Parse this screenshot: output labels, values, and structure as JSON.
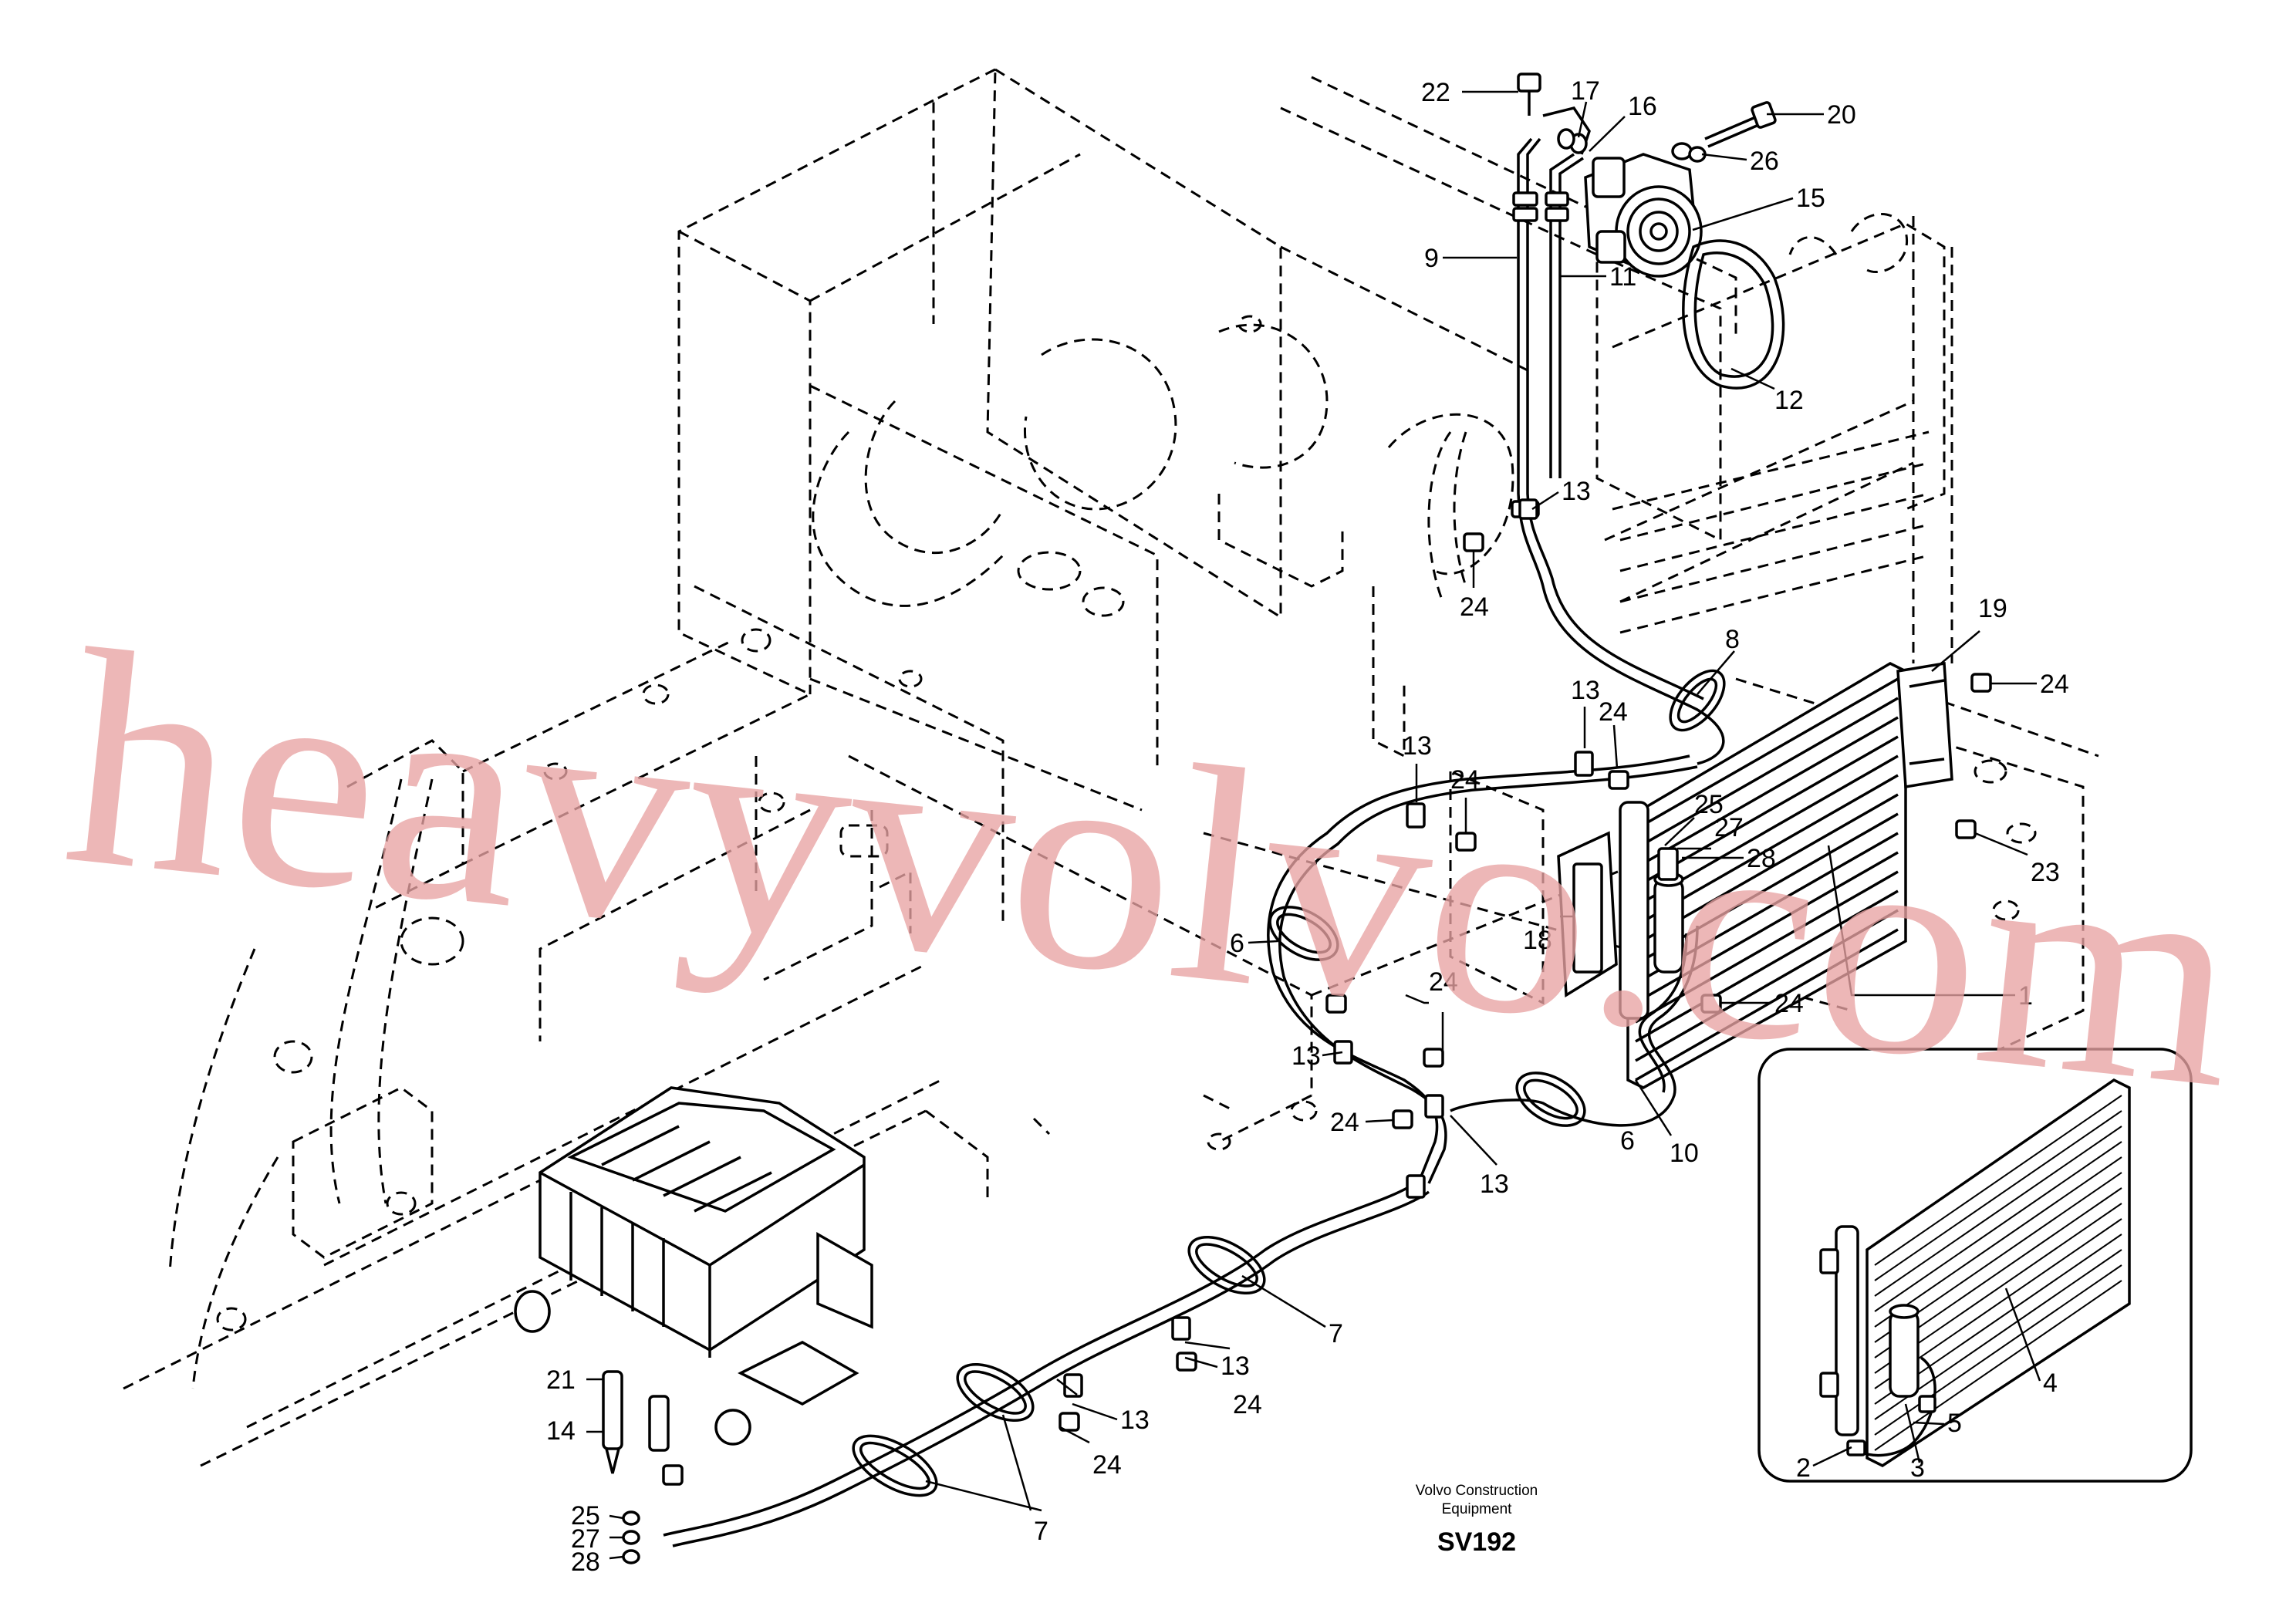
{
  "diagram": {
    "callouts": [
      {
        "id": "c22",
        "label": "22"
      },
      {
        "id": "c17",
        "label": "17"
      },
      {
        "id": "c16",
        "label": "16"
      },
      {
        "id": "c20",
        "label": "20"
      },
      {
        "id": "c26",
        "label": "26"
      },
      {
        "id": "c15",
        "label": "15"
      },
      {
        "id": "c9",
        "label": "9"
      },
      {
        "id": "c11",
        "label": "11"
      },
      {
        "id": "c12",
        "label": "12"
      },
      {
        "id": "c13a",
        "label": "13"
      },
      {
        "id": "c24a",
        "label": "24"
      },
      {
        "id": "c8",
        "label": "8"
      },
      {
        "id": "c19",
        "label": "19"
      },
      {
        "id": "c24b",
        "label": "24"
      },
      {
        "id": "c13b",
        "label": "13"
      },
      {
        "id": "c24c",
        "label": "24"
      },
      {
        "id": "c13c",
        "label": "13"
      },
      {
        "id": "c24d",
        "label": "24"
      },
      {
        "id": "c25a",
        "label": "25"
      },
      {
        "id": "c27a",
        "label": "27"
      },
      {
        "id": "c28a",
        "label": "28"
      },
      {
        "id": "c23",
        "label": "23"
      },
      {
        "id": "c18",
        "label": "18"
      },
      {
        "id": "c6a",
        "label": "6"
      },
      {
        "id": "c24e",
        "label": "24"
      },
      {
        "id": "c24f",
        "label": "24"
      },
      {
        "id": "c13d",
        "label": "13"
      },
      {
        "id": "c1",
        "label": "1"
      },
      {
        "id": "c10",
        "label": "10"
      },
      {
        "id": "c6b",
        "label": "6"
      },
      {
        "id": "c24g",
        "label": "24"
      },
      {
        "id": "c13e",
        "label": "13"
      },
      {
        "id": "c7a",
        "label": "7"
      },
      {
        "id": "c13f",
        "label": "13"
      },
      {
        "id": "c24h",
        "label": "24"
      },
      {
        "id": "c13g",
        "label": "13"
      },
      {
        "id": "c24i",
        "label": "24"
      },
      {
        "id": "c21",
        "label": "21"
      },
      {
        "id": "c14",
        "label": "14"
      },
      {
        "id": "c25b",
        "label": "25"
      },
      {
        "id": "c27b",
        "label": "27"
      },
      {
        "id": "c28b",
        "label": "28"
      },
      {
        "id": "c7b",
        "label": "7"
      },
      {
        "id": "c4",
        "label": "4"
      },
      {
        "id": "c5",
        "label": "5"
      },
      {
        "id": "c3",
        "label": "3"
      },
      {
        "id": "c2",
        "label": "2"
      }
    ],
    "caption": {
      "line1": "Volvo Construction",
      "line2": "Equipment",
      "code": "SV192"
    },
    "watermark": "heavyvolvo.com"
  }
}
